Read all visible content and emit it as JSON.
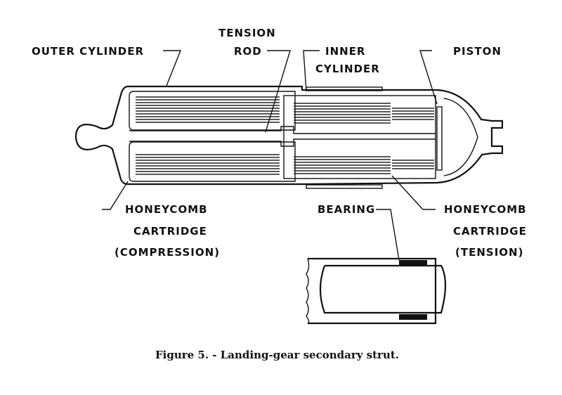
{
  "figure": {
    "caption": "Figure 5. - Landing-gear secondary strut.",
    "labels": {
      "outer_cylinder": "OUTER CYLINDER",
      "tension_rod_line1": "TENSION",
      "tension_rod_line2": "ROD",
      "inner_cylinder_line1": "INNER",
      "inner_cylinder_line2": "CYLINDER",
      "piston": "PISTON",
      "honeycomb_compression_line1": "HONEYCOMB",
      "honeycomb_compression_line2": "CARTRIDGE",
      "honeycomb_compression_line3": "(COMPRESSION)",
      "bearing": "BEARING",
      "honeycomb_tension_line1": "HONEYCOMB",
      "honeycomb_tension_line2": "CARTRIDGE",
      "honeycomb_tension_line3": "(TENSION)"
    }
  }
}
